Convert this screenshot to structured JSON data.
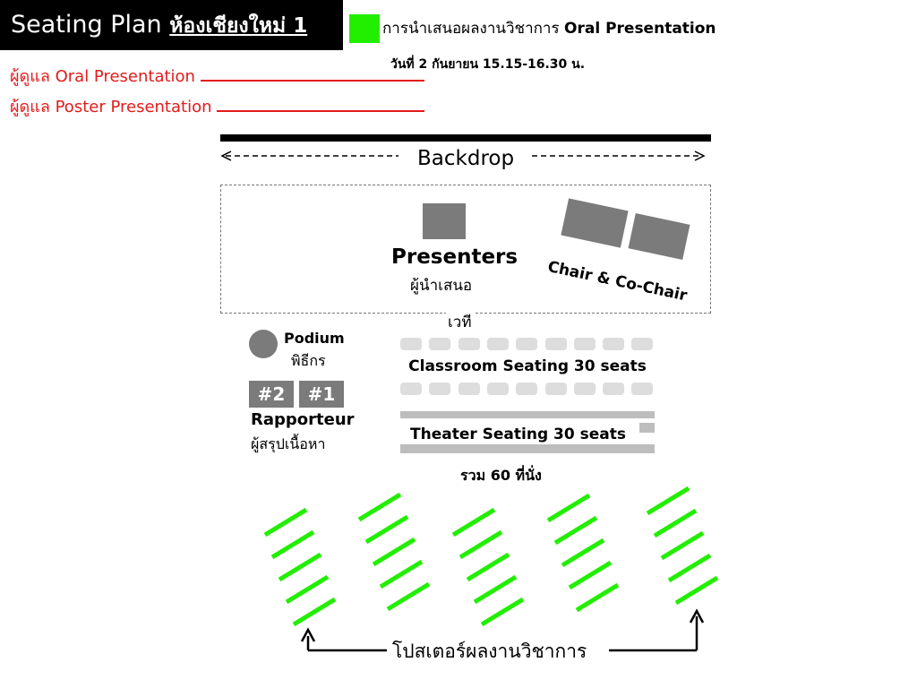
{
  "header": {
    "title_prefix": "Seating Plan",
    "title_room": "ห้องเชียงใหม่ 1"
  },
  "legend": {
    "color": "#22ee00",
    "text_th": "การนำเสนอผลงานวิชาการ",
    "text_en": "Oral Presentation",
    "date": "วันที่ 2 กันยายน 15.15-16.30 น."
  },
  "supervisors": {
    "oral": "ผู้ดูแล Oral Presentation",
    "poster": "ผู้ดูแล Poster Presentation"
  },
  "stage": {
    "backdrop": "Backdrop",
    "presenters_en": "Presenters",
    "presenters_th": "ผู้นำเสนอ",
    "chairs": "Chair & Co-Chair",
    "stage_th": "เวที"
  },
  "podium": {
    "label_en": "Podium",
    "label_th": "พิธีกร"
  },
  "rapporteur": {
    "seat1": "#1",
    "seat2": "#2",
    "label_en": "Rapporteur",
    "label_th": "ผู้สรุปเนื้อหา"
  },
  "seating": {
    "classroom": "Classroom Seating 30 seats",
    "theater": "Theater Seating 30 seats",
    "total": "รวม 60 ที่นั่ง"
  },
  "posters": {
    "label": "โปสเตอร์ผลงานวิชาการ",
    "color": "#22ee00",
    "groups": 5,
    "boards_per_group": 5
  }
}
